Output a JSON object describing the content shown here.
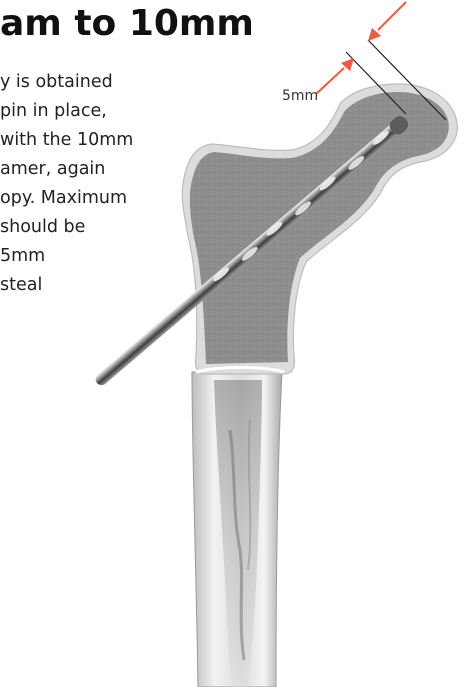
{
  "heading": "am to 10mm",
  "body_lines": [
    "y is obtained",
    " pin in place,",
    " with the 10mm",
    "amer, again",
    "opy. Maximum",
    "should be",
    " 5mm",
    "steal"
  ],
  "dimension_label": "5mm",
  "colors": {
    "arrow": "#f05a3c",
    "cancellous_bone": "#8e8e8e",
    "cortical_bone": "#d9d9d9",
    "text": "#222222"
  }
}
